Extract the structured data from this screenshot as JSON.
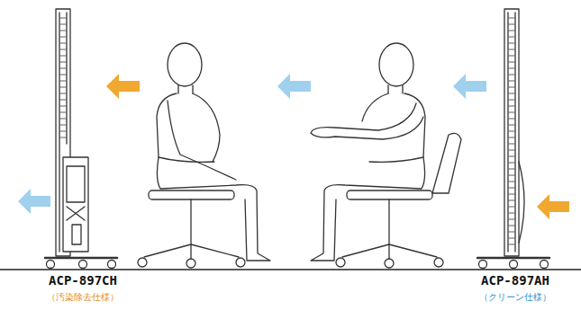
{
  "diagram": {
    "labels": [
      "ACP-897CH",
      "（汚染除去仕様）",
      "ACP-897AH",
      "（クリーン仕様）"
    ]
  }
}
